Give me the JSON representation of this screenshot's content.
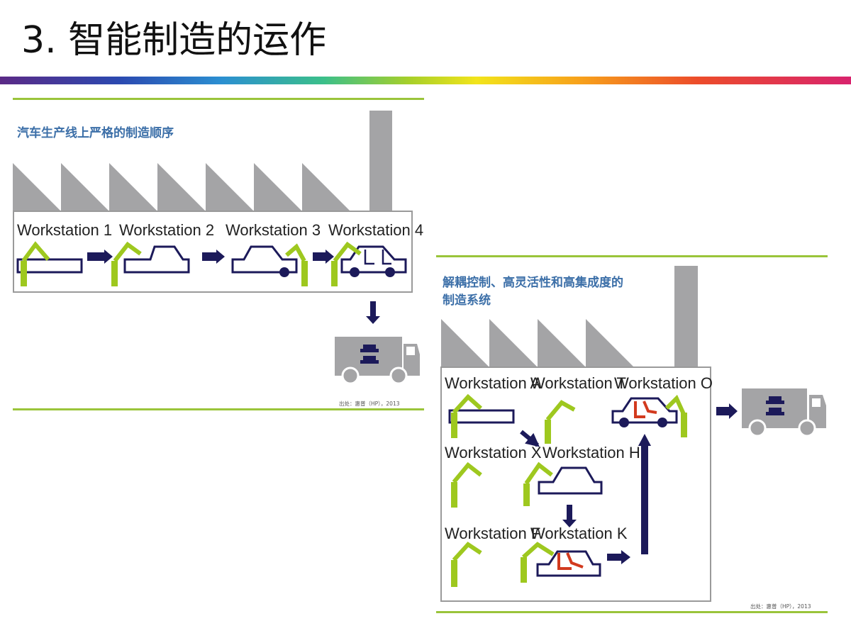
{
  "slide": {
    "title": "3. 智能制造的运作"
  },
  "left_panel": {
    "caption": "汽车生产线上严格的制造顺序",
    "stations": [
      {
        "label": "Workstation 1"
      },
      {
        "label": "Workstation 2"
      },
      {
        "label": "Workstation 3"
      },
      {
        "label": "Workstation 4"
      }
    ],
    "source": "出处：惠普（HP），2013"
  },
  "right_panel": {
    "caption_line1": "解耦控制、高灵活性和高集成度的",
    "caption_line2": "制造系统",
    "stations": {
      "A": "Workstation A",
      "T": "Workstation T",
      "O": "Workstation O",
      "X": "Workstation X",
      "H": "Workstation H",
      "F": "Workstation F",
      "K": "Workstation K"
    },
    "source": "出处：惠普（HP），2013"
  },
  "colors": {
    "robot_green": "#9ec81f",
    "arrow_navy": "#1c1a5a",
    "factory_gray": "#a4a4a6",
    "rule_green": "#9ac43a",
    "caption_blue": "#3c6fa8",
    "part_red": "#d23a1e"
  },
  "icons": [
    "factory-roof-icon",
    "chimney-icon",
    "robot-arm-icon",
    "car-body-icon",
    "truck-icon",
    "arrow-right-icon",
    "arrow-down-icon",
    "arrow-up-icon"
  ]
}
